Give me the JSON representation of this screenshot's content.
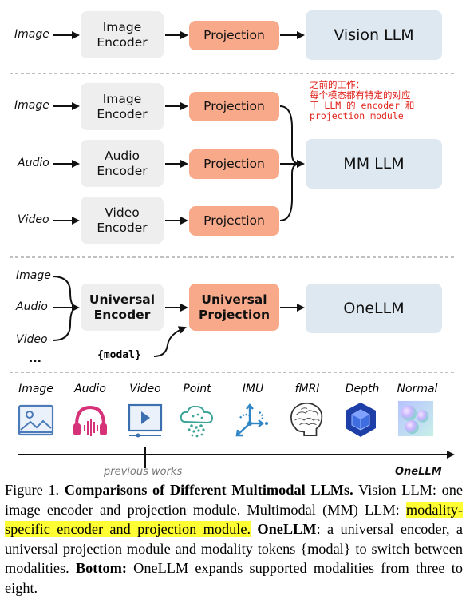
{
  "row1": {
    "input": "Image",
    "encoder": "Image\nEncoder",
    "projection": "Projection",
    "llm": "Vision LLM"
  },
  "row2": {
    "inputs": [
      "Image",
      "Audio",
      "Video"
    ],
    "encoders": [
      "Image\nEncoder",
      "Audio\nEncoder",
      "Video\nEncoder"
    ],
    "projections": [
      "Projection",
      "Projection",
      "Projection"
    ],
    "llm": "MM LLM",
    "note": "之前的工作：\n每个模态都有特定的对应\n于 LLM 的 encoder 和\nprojection module"
  },
  "row3": {
    "inputs": [
      "Image",
      "Audio",
      "Video",
      "..."
    ],
    "encoder": "Universal\nEncoder",
    "projection": "Universal\nProjection",
    "modal": "{modal}",
    "llm": "OneLLM"
  },
  "modalities": [
    {
      "label": "Image",
      "icon": "image-icon"
    },
    {
      "label": "Audio",
      "icon": "headphones-icon"
    },
    {
      "label": "Video",
      "icon": "video-icon"
    },
    {
      "label": "Point",
      "icon": "point-cloud-icon"
    },
    {
      "label": "IMU",
      "icon": "imu-icon"
    },
    {
      "label": "fMRI",
      "icon": "brain-icon"
    },
    {
      "label": "Depth",
      "icon": "depth-cube-icon"
    },
    {
      "label": "Normal",
      "icon": "normal-map-icon"
    }
  ],
  "timeline": {
    "previous": "previous works",
    "onellm": "OneLLM"
  },
  "caption": {
    "prefix": "Figure 1.  ",
    "title": "Comparisons of Different Multimodal LLMs.",
    "p1": " Vision LLM: one image encoder and projection module. Multimodal (MM) LLM: ",
    "highlight": "modality-specific encoder and projection module.",
    "space": " ",
    "onellm_bold": "OneLLM",
    "p2": ": a universal encoder, a universal projection module and modality tokens {modal} to switch between modalities. ",
    "bottom_bold": "Bottom:",
    "p3": " OneLLM expands supported modalities from three to eight."
  },
  "colors": {
    "encoder_bg": "#eeeeee",
    "projection_bg": "#f7a98a",
    "llm_bg": "#dde8f1",
    "note_red": "#e0231b",
    "highlight": "#ffff33"
  }
}
